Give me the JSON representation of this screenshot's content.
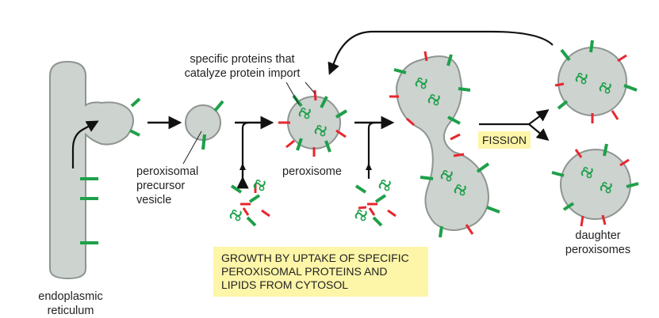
{
  "labels": {
    "specific_proteins": [
      "specific proteins that",
      "catalyze protein import"
    ],
    "precursor": [
      "peroxisomal",
      "precursor",
      "vesicle"
    ],
    "peroxisome": "peroxisome",
    "fission": "FISSION",
    "daughter": [
      "daughter",
      "peroxisomes"
    ],
    "er": [
      "endoplasmic",
      "reticulum"
    ],
    "growth": [
      "GROWTH BY UPTAKE OF SPECIFIC",
      "PEROXISOMAL PROTEINS AND",
      "LIPIDS FROM CYTOSOL"
    ]
  },
  "colors": {
    "membrane_fill": "#cdd3cf",
    "membrane_stroke": "#8e9592",
    "green_protein": "#1ea04a",
    "red_protein": "#e8262e",
    "arrow": "#111111",
    "highlight_box": "#fdf5a8"
  },
  "icons": [
    "green-protein-bar",
    "red-protein-bar",
    "matrix-protein-squiggle"
  ]
}
